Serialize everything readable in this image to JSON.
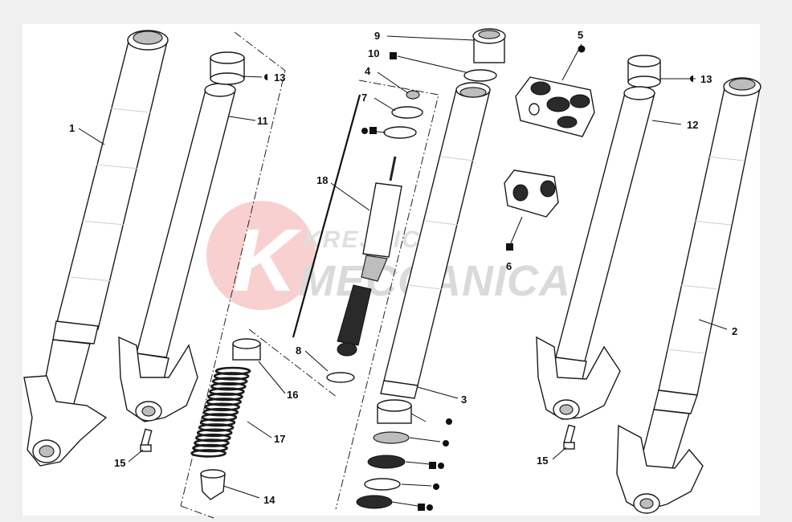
{
  "watermark": {
    "line1": "KREJBICH",
    "line2": "MECCANICA",
    "logo_letter": "K"
  },
  "callouts": {
    "c1": "1",
    "c2": "2",
    "c3": "3",
    "c4": "4",
    "c5": "5",
    "c6": "6",
    "c7": "7",
    "c8": "8",
    "c9": "9",
    "c10": "10",
    "c11": "11",
    "c12": "12",
    "c13a": "13",
    "c13b": "13",
    "c14": "14",
    "c15a": "15",
    "c15b": "15",
    "c16": "16",
    "c17": "17",
    "c18": "18"
  },
  "colors": {
    "background": "#f0f0f0",
    "watermark_logo": "#f2a0a0",
    "watermark_text": "#d6d6d6"
  }
}
